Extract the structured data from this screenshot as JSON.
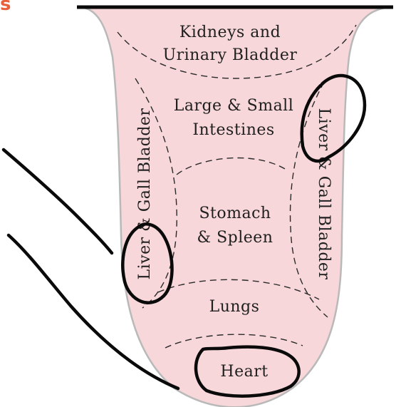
{
  "corner_letter": "s",
  "colors": {
    "tongue_fill": "#f7d7d9",
    "tongue_outline": "#b9b9b9",
    "zone_dash": "#2a2a2a",
    "ink": "#0a0a0a",
    "corner_accent": "#e8613c"
  },
  "regions": {
    "kidneys_line1": "Kidneys and",
    "kidneys_line2": "Urinary Bladder",
    "intestines_line1": "Large & Small",
    "intestines_line2": "Intestines",
    "stomach_line1": "Stomach",
    "stomach_line2": "& Spleen",
    "lungs": "Lungs",
    "heart": "Heart",
    "liver_left": "Liver & Gall Bladder",
    "liver_right": "Liver & Gall Bladder"
  }
}
